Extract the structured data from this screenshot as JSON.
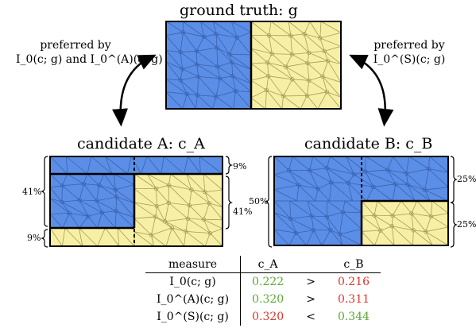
{
  "titles": {
    "ground_truth": "ground truth: g",
    "candidate_a": "candidate A: c_A",
    "candidate_b": "candidate B: c_B"
  },
  "notes": {
    "left_line1": "preferred by",
    "left_line2": "I_0(c; g) and I_0^(A)(c; g)",
    "right_line1": "preferred by",
    "right_line2": "I_0^(S)(c; g)"
  },
  "percent_labels": {
    "a_top_right": "9%",
    "a_right": "41%",
    "a_left_top": "41%",
    "a_left_bottom": "9%",
    "b_right_top": "25%",
    "b_right_bottom": "25%",
    "b_left": "50%"
  },
  "table": {
    "headers": [
      "measure",
      "c_A",
      "c_B"
    ],
    "rows": [
      {
        "measure": "I_0(c; g)",
        "ca": "0.222",
        "op": ">",
        "cb": "0.216",
        "ca_color": "green",
        "cb_color": "red"
      },
      {
        "measure": "I_0^(A)(c; g)",
        "ca": "0.320",
        "op": ">",
        "cb": "0.311",
        "ca_color": "green",
        "cb_color": "red"
      },
      {
        "measure": "I_0^(S)(c; g)",
        "ca": "0.320",
        "op": "<",
        "cb": "0.344",
        "ca_color": "red",
        "cb_color": "green"
      }
    ]
  },
  "colors": {
    "blue": "#5b8ee6",
    "yellow": "#f7efa6",
    "green": "#5aa832",
    "red": "#e0332b"
  }
}
